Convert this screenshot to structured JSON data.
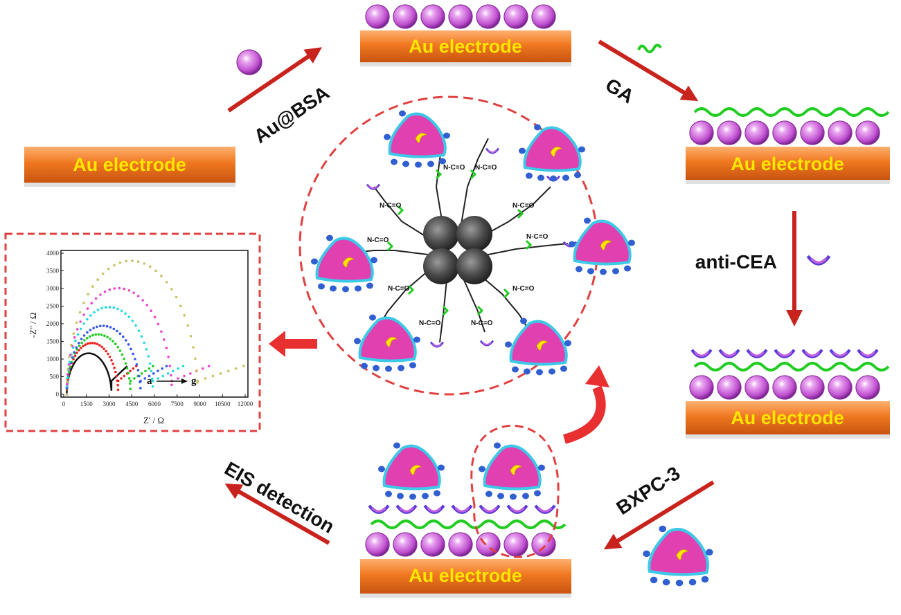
{
  "diagram": {
    "electrode_label": "Au electrode",
    "steps": {
      "au_bsa": "Au@BSA",
      "ga": "GA",
      "anti_cea": "anti-CEA",
      "bxpc3": "BXPC-3",
      "eis": "EIS detection"
    },
    "colors": {
      "electrode_orange": "#f07820",
      "electrode_text": "#ffe600",
      "arrow_red": "#c8231c",
      "sphere_purple": "#d070d8",
      "linker_green": "#22cc22",
      "antibody_purple": "#8a4fd0",
      "cell_magenta": "#e040b0",
      "cell_outline": "#3ec8e8",
      "dashed_red": "#e04040"
    }
  },
  "chart_data": {
    "type": "scatter",
    "xlabel": "Z' / Ω",
    "ylabel": "-Z'' / Ω",
    "x_ticks": [
      "0",
      "1500",
      "3000",
      "4500",
      "6000",
      "7500",
      "9000",
      "10500",
      "12000"
    ],
    "y_ticks": [
      "0",
      "500",
      "1000",
      "1500",
      "2000",
      "2500",
      "3000",
      "3500",
      "4000"
    ],
    "xlim": [
      0,
      12000
    ],
    "ylim": [
      0,
      4000
    ],
    "legend_start": "a",
    "legend_end": "g",
    "series": [
      {
        "end_x": 4200,
        "peak_y": 1200,
        "color": "#111111"
      },
      {
        "end_x": 4800,
        "peak_y": 1500,
        "color": "#ee2222"
      },
      {
        "end_x": 5900,
        "peak_y": 1750,
        "color": "#22cc22"
      },
      {
        "end_x": 6800,
        "peak_y": 2000,
        "color": "#3355ee"
      },
      {
        "end_x": 7900,
        "peak_y": 2550,
        "color": "#22dddd"
      },
      {
        "end_x": 9600,
        "peak_y": 3100,
        "color": "#ee44cc"
      },
      {
        "end_x": 11900,
        "peak_y": 3900,
        "color": "#c8c060"
      }
    ]
  }
}
